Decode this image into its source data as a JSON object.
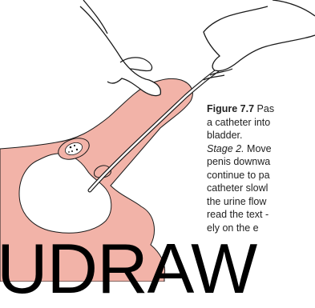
{
  "caption": {
    "figure_label": "Figure 7.7",
    "lines": [
      "Pas",
      "a catheter into",
      "bladder."
    ],
    "stage_label": "Stage 2.",
    "stage_lines": [
      " Move",
      "penis downwa",
      "continue to pa",
      "catheter slowl",
      "the urine flow",
      "read the text -",
      "ely on the e"
    ]
  },
  "watermark": {
    "text": "UDRAW"
  },
  "colors": {
    "skin": "#f2b3a8",
    "outline": "#1a1a1a",
    "text": "#222222"
  }
}
